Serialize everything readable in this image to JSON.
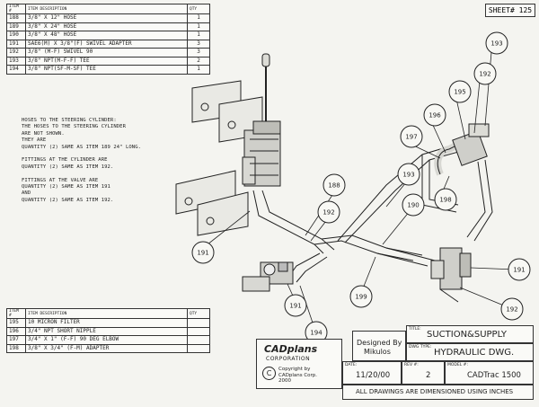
{
  "sheet_label": "SHEET# 125",
  "top_table": {
    "headers": [
      "ITEM #",
      "ITEM DESCRIPTION",
      "QTY"
    ],
    "rows": [
      [
        "188",
        "3/8\" X 12\" HOSE",
        "1"
      ],
      [
        "189",
        "3/8\" X 24\" HOSE",
        "1"
      ],
      [
        "190",
        "3/8\" X 48\" HOSE",
        "1"
      ],
      [
        "191",
        "SAE6(M) X 3/8\"(F) SWIVEL ADAPTER",
        "3"
      ],
      [
        "192",
        "3/8\" (M-F) SWIVEL 90",
        "3"
      ],
      [
        "193",
        "3/8\" NPT(M-F-F) TEE",
        "2"
      ],
      [
        "194",
        "3/8\" NPT(SF-M-SF) TEE",
        "1"
      ]
    ]
  },
  "bottom_table": {
    "headers": [
      "ITEM #",
      "ITEM DESCRIPTION",
      "QTY"
    ],
    "rows": [
      [
        "195",
        "10 MICRON FILTER",
        ""
      ],
      [
        "196",
        "3/4\" NPT SHORT NIPPLE",
        ""
      ],
      [
        "197",
        "3/4\" X 1\" (F-F) 90 DEG ELBOW",
        ""
      ],
      [
        "198",
        "3/8\" X 3/4\" (F-M) ADAPTER",
        ""
      ]
    ]
  },
  "notes": [
    "HOSES TO THE STEERING CYLINDER:",
    "THE HOSES TO THE STEERING CYLINDER",
    "ARE NOT SHOWN.",
    "THEY ARE",
    "QUANTITY (2) SAME AS ITEM 189 24\" LONG.",
    "",
    "FITTINGS AT THE CYLINDER ARE",
    "QUANTITY (2) SAME AS ITEM 192.",
    "",
    "FITTINGS AT THE VALVE ARE",
    "QUANTITY (2) SAME AS ITEM 191",
    "AND",
    "QUANTITY (2) SAME AS ITEM 192."
  ],
  "callouts": [
    "193",
    "192",
    "195",
    "196",
    "197",
    "198",
    "193",
    "190",
    "188",
    "192",
    "191",
    "191",
    "199",
    "194",
    "191",
    "192"
  ],
  "title_block": {
    "logo_text": "CADplans",
    "logo_sub": "CORPORATION",
    "copyright_symbol": "C",
    "copyright_lines": [
      "Copyright by",
      "CADplans Corp.",
      "2000"
    ],
    "designed_by_label": "Designed By",
    "designed_by": "Mikulos",
    "title_label": "TITLE:",
    "title": "SUCTION&SUPPLY",
    "dwg_type_label": "DWG TYPE:",
    "dwg_type": "HYDRAULIC DWG.",
    "date_label": "DATE:",
    "date": "11/20/00",
    "rev_label": "REV #:",
    "rev": "2",
    "model_label": "MODEL #:",
    "model": "CADTrac 1500",
    "footer": "ALL DRAWINGS ARE DIMENSIONED USING INCHES"
  },
  "colors": {
    "ink": "#222222",
    "paper": "#f4f4f0"
  }
}
